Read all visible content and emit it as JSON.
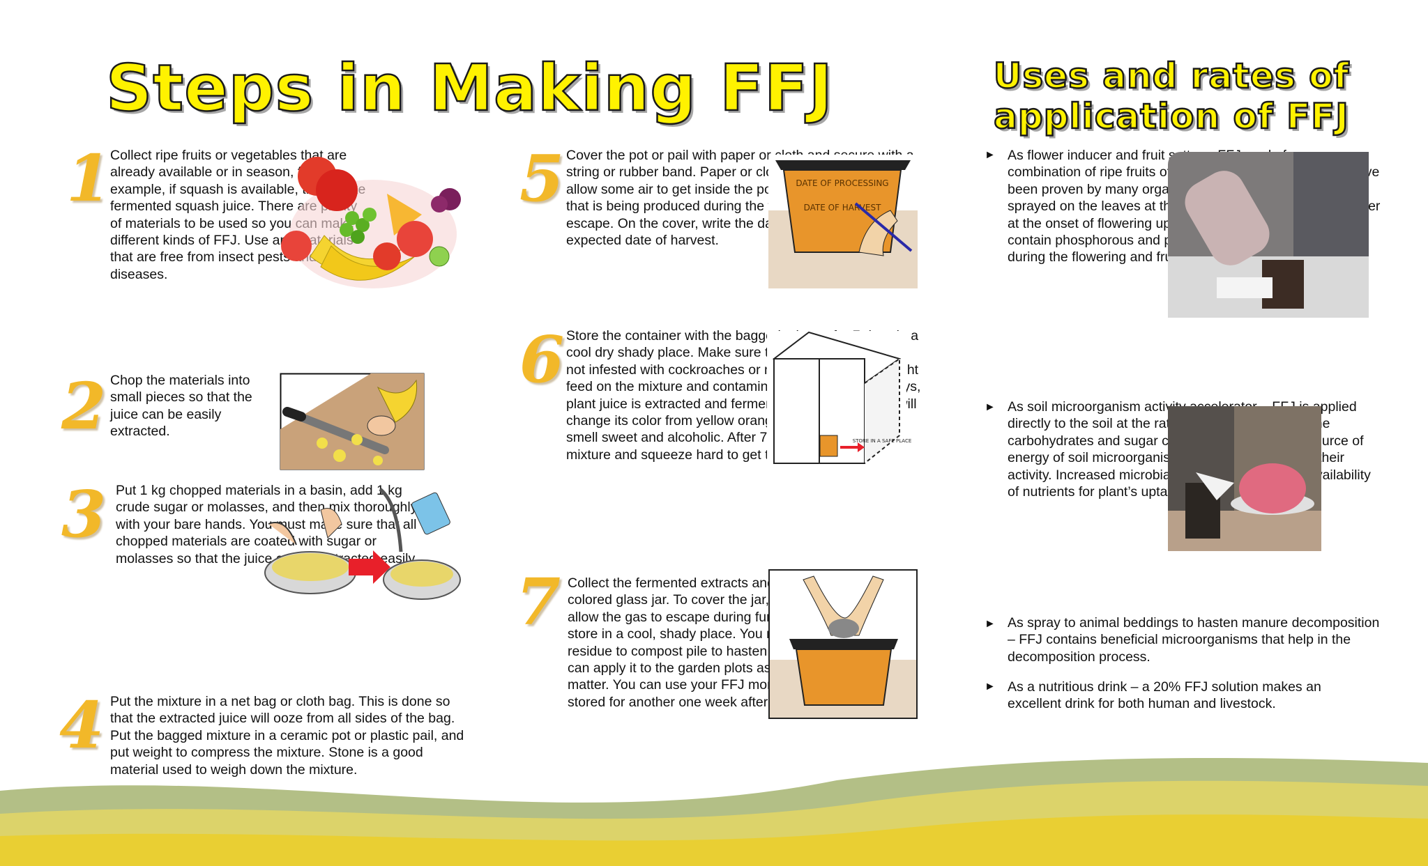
{
  "title": "Steps in Making FFJ",
  "side_title": "Uses and rates of application of FFJ",
  "steps": [
    {
      "number": "1",
      "text": "Collect ripe fruits or vegetables that are already available or in season, for example, if squash is available, then make fermented squash juice. There are plenty of materials to be used so you can make different kinds of FFJ. Use any materials that are free from insect pests and diseases."
    },
    {
      "number": "2",
      "text": "Chop the materials into small pieces so that the juice can be easily extracted."
    },
    {
      "number": "3",
      "text": "Put 1 kg chopped materials in a basin, add 1 kg crude sugar or molasses, and then mix thoroughly with your bare hands. You must make sure that all chopped materials are coated with sugar or molasses so that the juice can be extracted easily."
    },
    {
      "number": "4",
      "text": "Put the mixture in a net bag or cloth bag. This is done so that the extracted juice will ooze from all sides of the bag. Put the bagged mixture in a ceramic pot or plastic pail, and put weight to compress the mixture. Stone is a good material used to weigh down the mixture."
    },
    {
      "number": "5",
      "text": "Cover the pot or pail with paper or cloth and secure with a string or rubber band. Paper or cloth is used as cover to allow some air to get inside the pot or pail and for the gas that is being produced during the fermentation process to escape. On the cover, write the date of processing and the expected date of harvest."
    },
    {
      "number": "6",
      "text": "Store the container with the bagged mixture for 7 days in a cool dry shady place. Make sure that the storage area is not infested with cockroaches or mice, because they might feed on the mixture and contaminate the extract. In 7 days, plant juice is extracted and fermented. The fruit extract will change its color from yellow orange to brown, and will smell sweet and alcoholic. After 7 days, lift the bagged mixture and squeeze hard to get the remaining extracts."
    },
    {
      "number": "7",
      "text": "Collect the fermented extracts and preserve in dark colored glass jar. To cover the jar, use paper or cloth to allow the gas to escape during further fermentation, then, store in a cool, shady place. You may add the fruit residue to compost pile to hasten decomposition or you can apply it to the garden plots as source of organic matter. You can use your FFJ more effectively if it is stored for another one week after completion."
    }
  ],
  "uses": [
    {
      "text": "As flower inducer and fruit setter – FFJ made from a combination of ripe fruits of banana, papaya and squash have been proven by many organic farmers to be effective when sprayed on the leaves at the rate of 2 to 4 tbsp/gallon of water at the onset of flowering up to fruit setting. These ripe fruits contain phosphorous and potassium which are necessary during the flowering and fruit setting stage."
    },
    {
      "text": "As soil microorganism activity accelerator – FFJ is applied directly to the soil at the rate of 1tsp/liter of water. The carbohydrates and sugar content of FFJ serve as source of energy of soil microorganism, thereby, accelerating their activity. Increased microbial activities result to the availability of nutrients for plant’s uptake."
    },
    {
      "text": "As spray to animal beddings to hasten manure decomposition – FFJ contains beneficial microorganisms that help in the decomposition process."
    },
    {
      "text": "As a nutritious drink – a 20% FFJ solution makes an excellent drink for both human and livestock."
    }
  ],
  "bullet_glyph": "►",
  "illustration_labels": {
    "pail_label_1": "DATE OF PROCESSING",
    "pail_label_2": "DATE OF HARVEST",
    "cabinet_label": "STORE IN A SAFE PLACE"
  },
  "colors": {
    "title_fill": "#fff200",
    "number_gold": "#f2b829",
    "pail_orange": "#e8952b",
    "wave_green": "#b3bf86",
    "wave_yellow": "#e9d24a"
  }
}
